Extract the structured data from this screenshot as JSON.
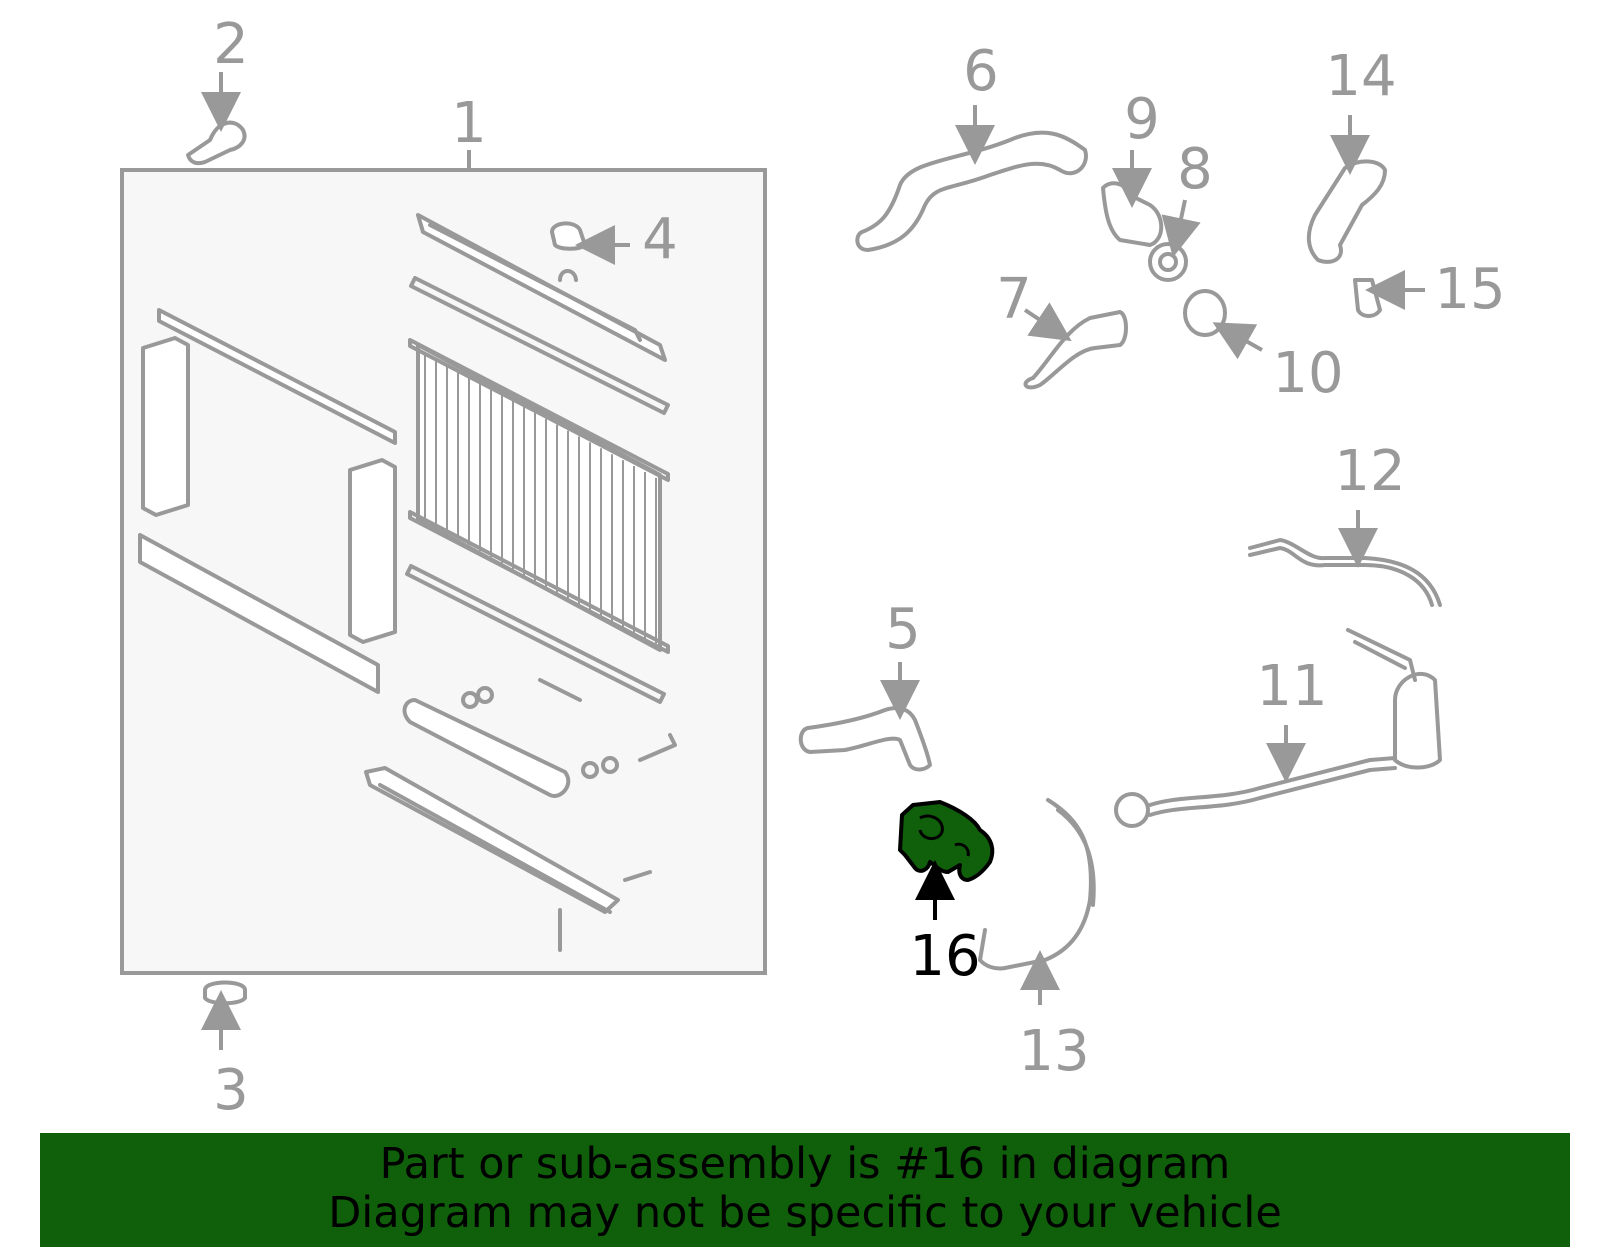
{
  "callouts": {
    "c1": "1",
    "c2": "2",
    "c3": "3",
    "c4": "4",
    "c5": "5",
    "c6": "6",
    "c7": "7",
    "c8": "8",
    "c9": "9",
    "c10": "10",
    "c11": "11",
    "c12": "12",
    "c13": "13",
    "c14": "14",
    "c15": "15",
    "c16": "16"
  },
  "highlight": {
    "part_number": "16",
    "color": "#0f5f0b"
  },
  "banner": {
    "line1": "Part or sub-assembly is #16 in diagram",
    "line2": "Diagram may not be specific to your vehicle",
    "background": "#0f5f0b"
  },
  "colors": {
    "line_art": "#999999",
    "panel_fill": "#f7f7f7",
    "highlight_part": "#0f5f0b"
  }
}
